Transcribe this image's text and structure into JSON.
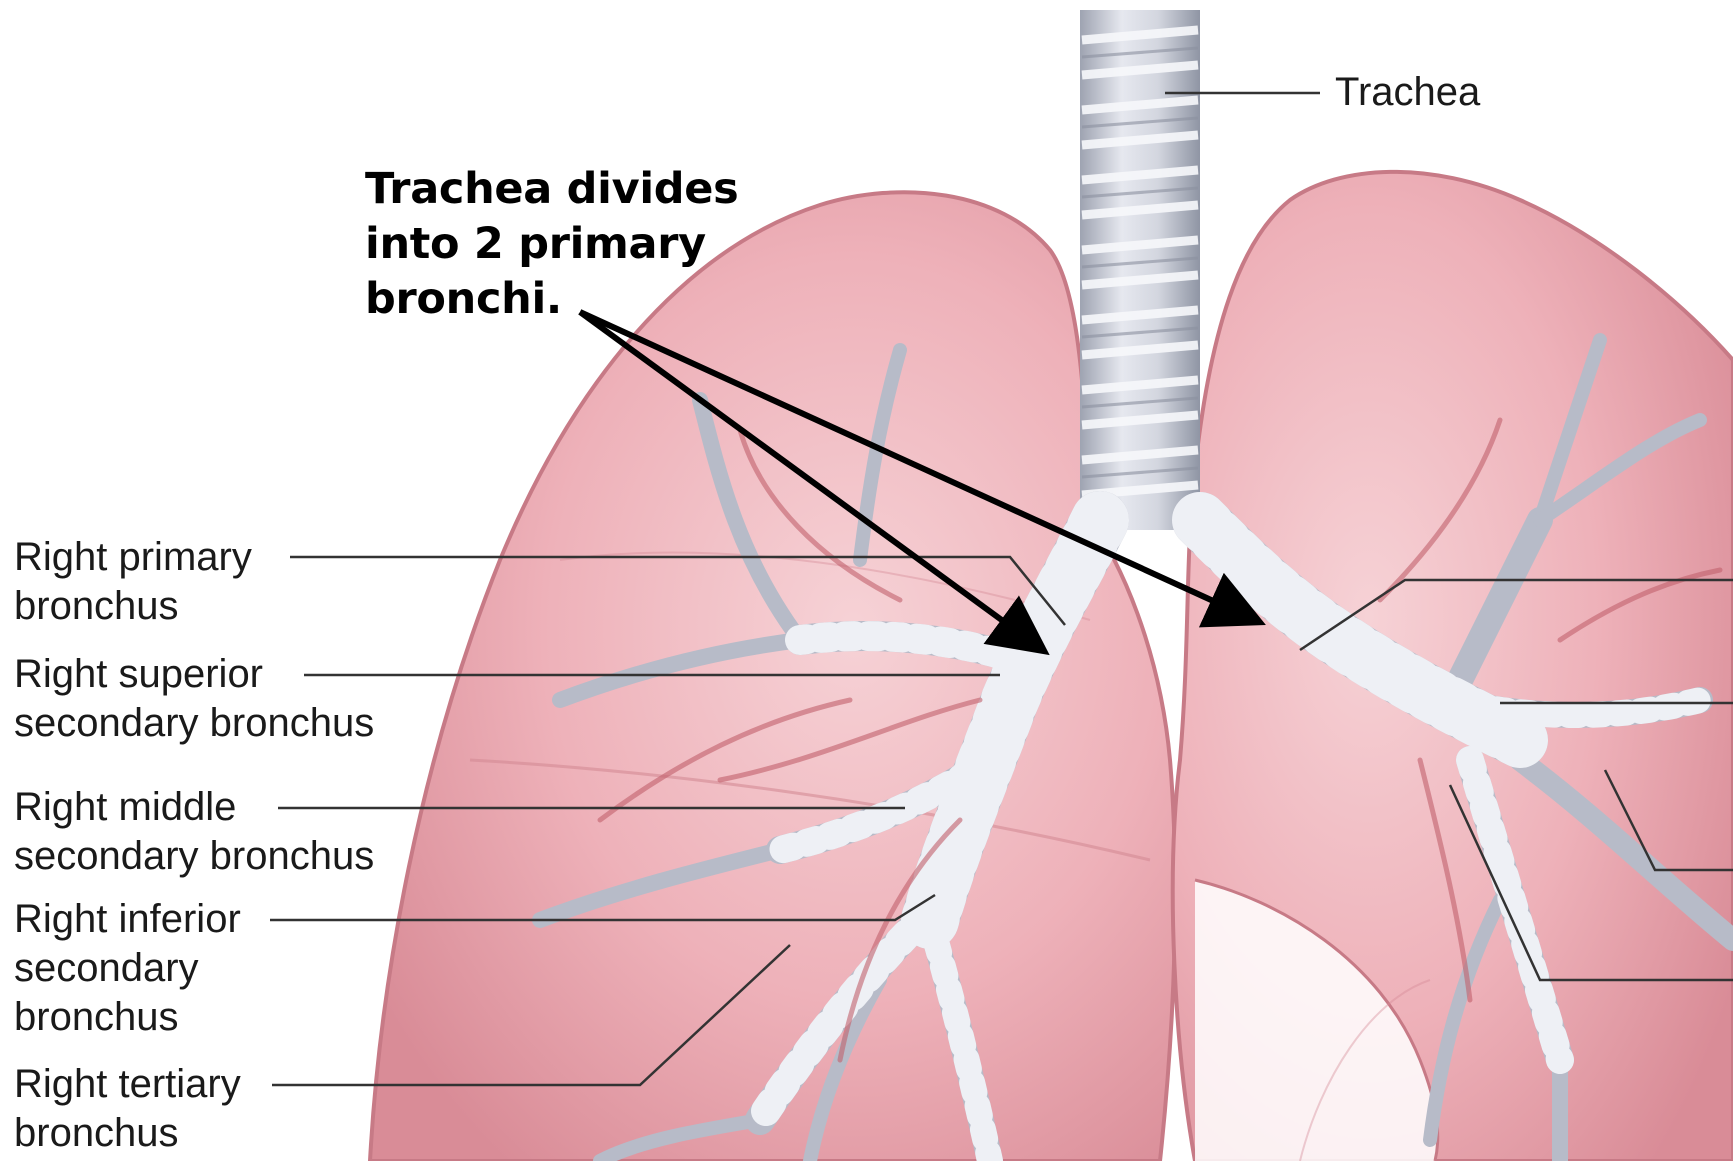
{
  "labels": {
    "trachea": "Trachea",
    "right_primary": "Right primary\nbronchus",
    "right_superior": "Right superior\nsecondary bronchus",
    "right_middle": "Right middle\nsecondary bronchus",
    "right_inferior": "Right inferior\nsecondary\nbronchus",
    "right_tertiary": "Right tertiary\nbronchus"
  },
  "annotation": {
    "text": "Trachea divides\ninto 2 primary\nbronchi."
  },
  "colors": {
    "lung_fill": "#e8a3ab",
    "lung_edge": "#c77a86",
    "lung_inner": "#f3c7cc",
    "airway": "#c9ccd6",
    "airway_band": "#eef0f5",
    "vessel": "#c2606c",
    "leader_line": "#333333",
    "arrow": "#000000"
  }
}
